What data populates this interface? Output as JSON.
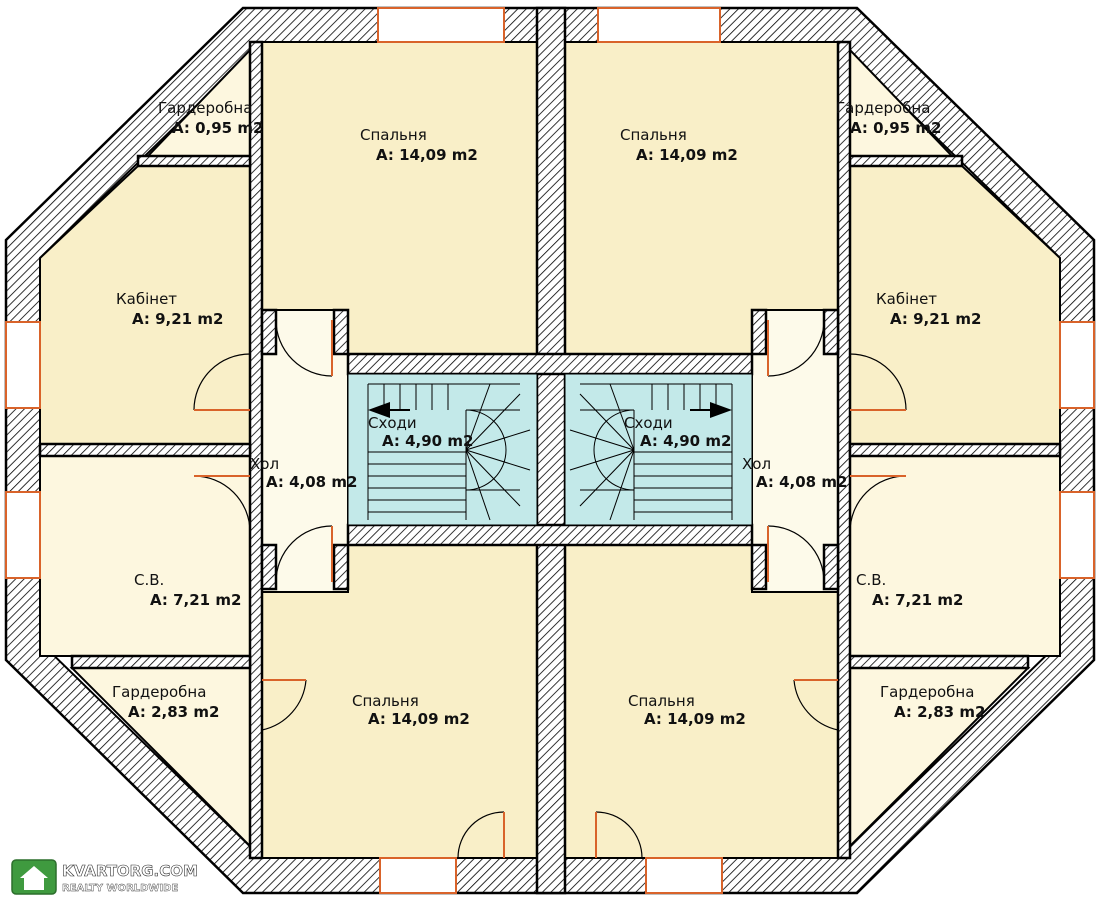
{
  "colors": {
    "bedroom": "#f9efc8",
    "service": "#fdf7df",
    "hall": "#fdfaea",
    "stairs": "#c3e9e9",
    "wall_hatch": "#000000",
    "window_frame": "#d9632a"
  },
  "rooms": [
    {
      "name": "Гардеробна",
      "area": "A: 0,95 m2"
    },
    {
      "name": "Спальня",
      "area": "A: 14,09 m2"
    },
    {
      "name": "Спальня",
      "area": "A: 14,09 m2"
    },
    {
      "name": "Гардеробна",
      "area": "A: 0,95 m2"
    },
    {
      "name": "Кабінет",
      "area": "A: 9,21 m2"
    },
    {
      "name": "Кабінет",
      "area": "A: 9,21 m2"
    },
    {
      "name": "Сходи",
      "area": "A: 4,90 m2"
    },
    {
      "name": "Сходи",
      "area": "A: 4,90 m2"
    },
    {
      "name": "Хол",
      "area": "A: 4,08 m2"
    },
    {
      "name": "Хол",
      "area": "A: 4,08 m2"
    },
    {
      "name": "С.В.",
      "area": "A: 7,21 m2"
    },
    {
      "name": "С.В.",
      "area": "A: 7,21 m2"
    },
    {
      "name": "Гардеробна",
      "area": "A: 2,83 m2"
    },
    {
      "name": "Спальня",
      "area": "A: 14,09 m2"
    },
    {
      "name": "Спальня",
      "area": "A: 14,09 m2"
    },
    {
      "name": "Гардеробна",
      "area": "A: 2,83 m2"
    }
  ],
  "watermark": {
    "brand": "KVARTORG.COM",
    "tagline": "REALTY WORLDWIDE",
    "logo_icon": "house-icon"
  }
}
